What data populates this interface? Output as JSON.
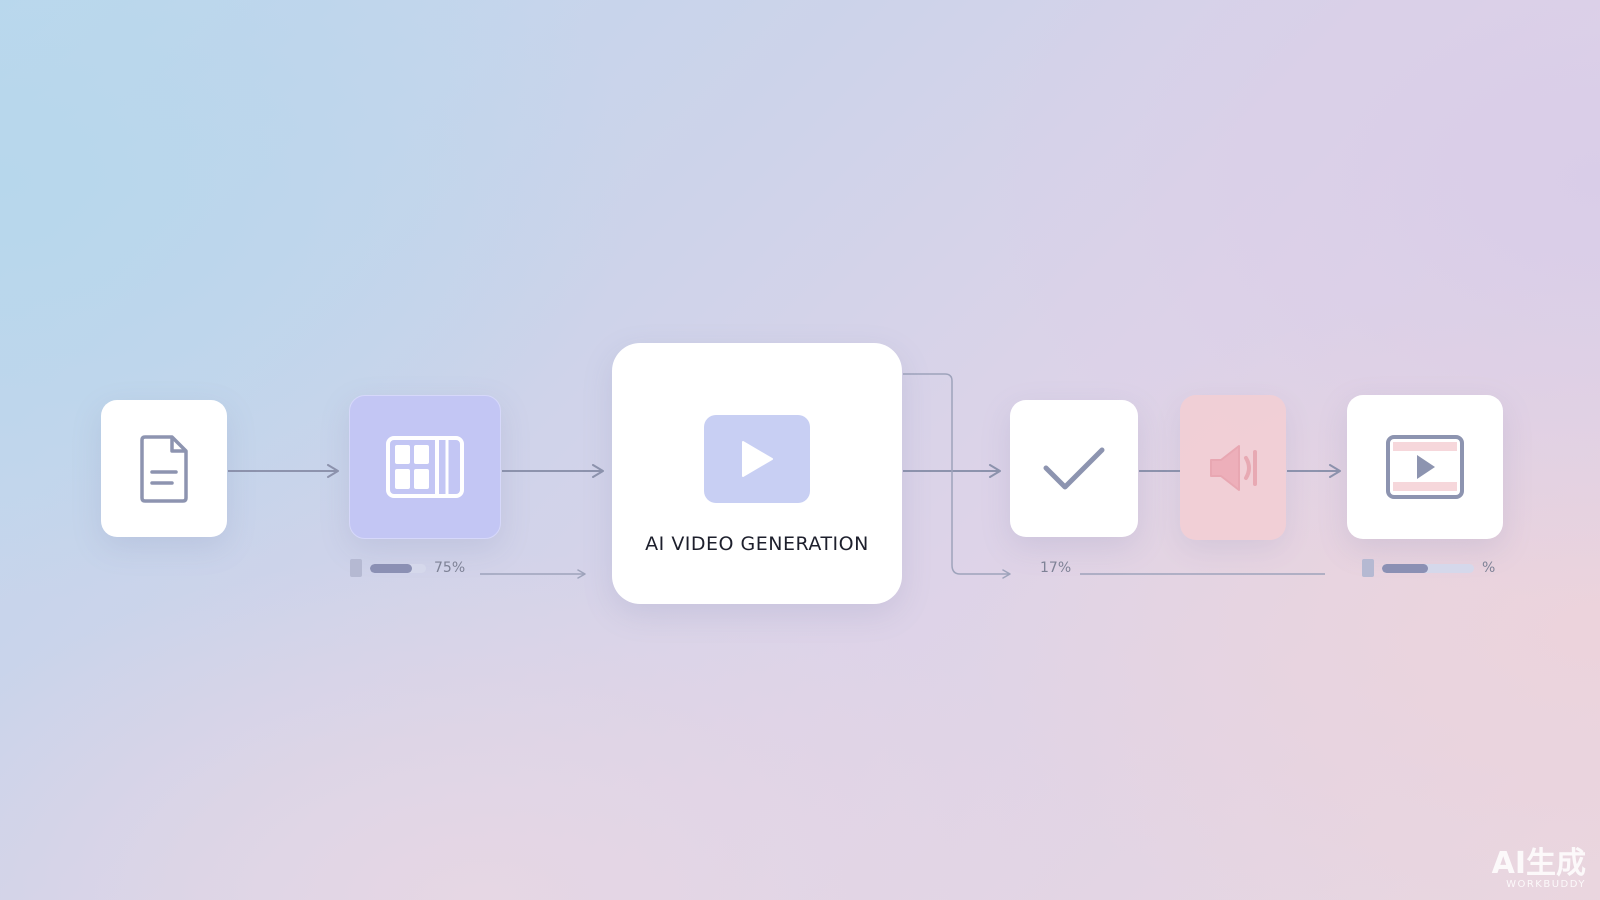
{
  "pipeline": {
    "steps": [
      {
        "id": "script",
        "icon": "document-icon"
      },
      {
        "id": "storyboard",
        "icon": "frames-grid-icon",
        "progress_label": "75%",
        "progress": 0.75
      },
      {
        "id": "generation",
        "icon": "play-icon",
        "title": "AI VIDEO GENERATION"
      },
      {
        "id": "review",
        "icon": "checkmark-icon",
        "progress_label": "17%"
      },
      {
        "id": "audio",
        "icon": "speaker-icon"
      },
      {
        "id": "output",
        "icon": "video-player-icon",
        "progress_label": "%",
        "progress": 0.5
      }
    ]
  },
  "watermark": {
    "main": "AI生成",
    "sub": "WORKBUDDY"
  },
  "colors": {
    "accent_storyboard": "#c3c6f4",
    "accent_audio": "#f4cfd4",
    "accent_play": "#c8cff3",
    "connector": "#8d93ad",
    "title_text": "#1d1f2c"
  }
}
